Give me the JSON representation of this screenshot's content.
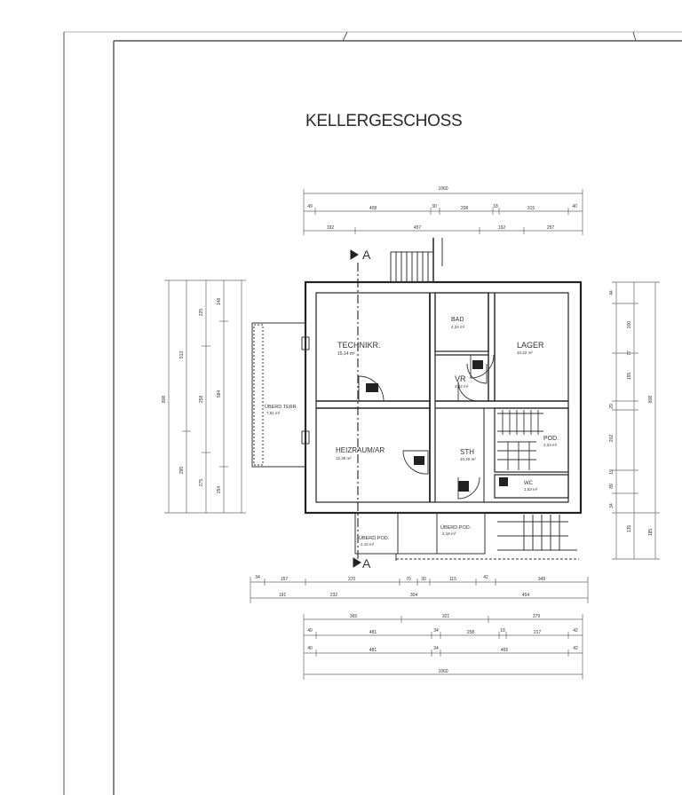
{
  "title": "KELLERGESCHOSS",
  "section_marks": {
    "top": "A",
    "bottom": "A"
  },
  "rooms": [
    {
      "id": "technikr",
      "name": "TECHNIKR.",
      "area": "15,14 m²"
    },
    {
      "id": "bad",
      "name": "BAD",
      "area": "4,24 m²"
    },
    {
      "id": "lager",
      "name": "LAGER",
      "area": "10,22 m²"
    },
    {
      "id": "vr",
      "name": "VR",
      "area": "3,22 m²"
    },
    {
      "id": "heizraum",
      "name": "HEIZRAUM/AR",
      "area": "12,35 m²"
    },
    {
      "id": "sth",
      "name": "STH",
      "area": "10,20 m²"
    },
    {
      "id": "pod",
      "name": "POD.",
      "area": "2,23 m²"
    },
    {
      "id": "wc",
      "name": "WC",
      "area": "1,53 m²"
    },
    {
      "id": "uberd_terr",
      "name": "ÜBERD.TERR.",
      "area": "7,91 m²"
    },
    {
      "id": "uberd_pod1",
      "name": "ÜBERD.POD.",
      "area": "2,10 m²"
    },
    {
      "id": "uberd_pod2",
      "name": "ÜBERD.POD.",
      "area": "2,18 m²"
    }
  ],
  "dimensions": {
    "top_total": "1060",
    "top_row1": [
      "49",
      "408",
      "30",
      "208",
      "18",
      "315",
      "40"
    ],
    "top_row2": [
      "192",
      "457",
      "192",
      "257"
    ],
    "bottom_row1": [
      "34",
      "157",
      "370",
      "70",
      "30",
      "115",
      "42",
      "349"
    ],
    "bottom_row2": [
      "191",
      "232",
      "304",
      "454"
    ],
    "bottom_row3": [
      "365",
      "321",
      "379"
    ],
    "bottom_row4": [
      "40",
      "481",
      "34",
      "258",
      "18",
      "217",
      "42"
    ],
    "bottom_row5": [
      "40",
      "481",
      "34",
      "465",
      "42"
    ],
    "bottom_total": "1060",
    "left_total": "808",
    "left_col1": [
      "513",
      "295"
    ],
    "left_col2": [
      "225",
      "258",
      "275"
    ],
    "left_col3": [
      "148",
      "584",
      "254"
    ],
    "right_total": "808",
    "right_col1": [
      "44",
      "200",
      "77",
      "155",
      "29",
      "202",
      "19",
      "89",
      "34"
    ],
    "right_col2": [
      "135",
      "185"
    ]
  }
}
